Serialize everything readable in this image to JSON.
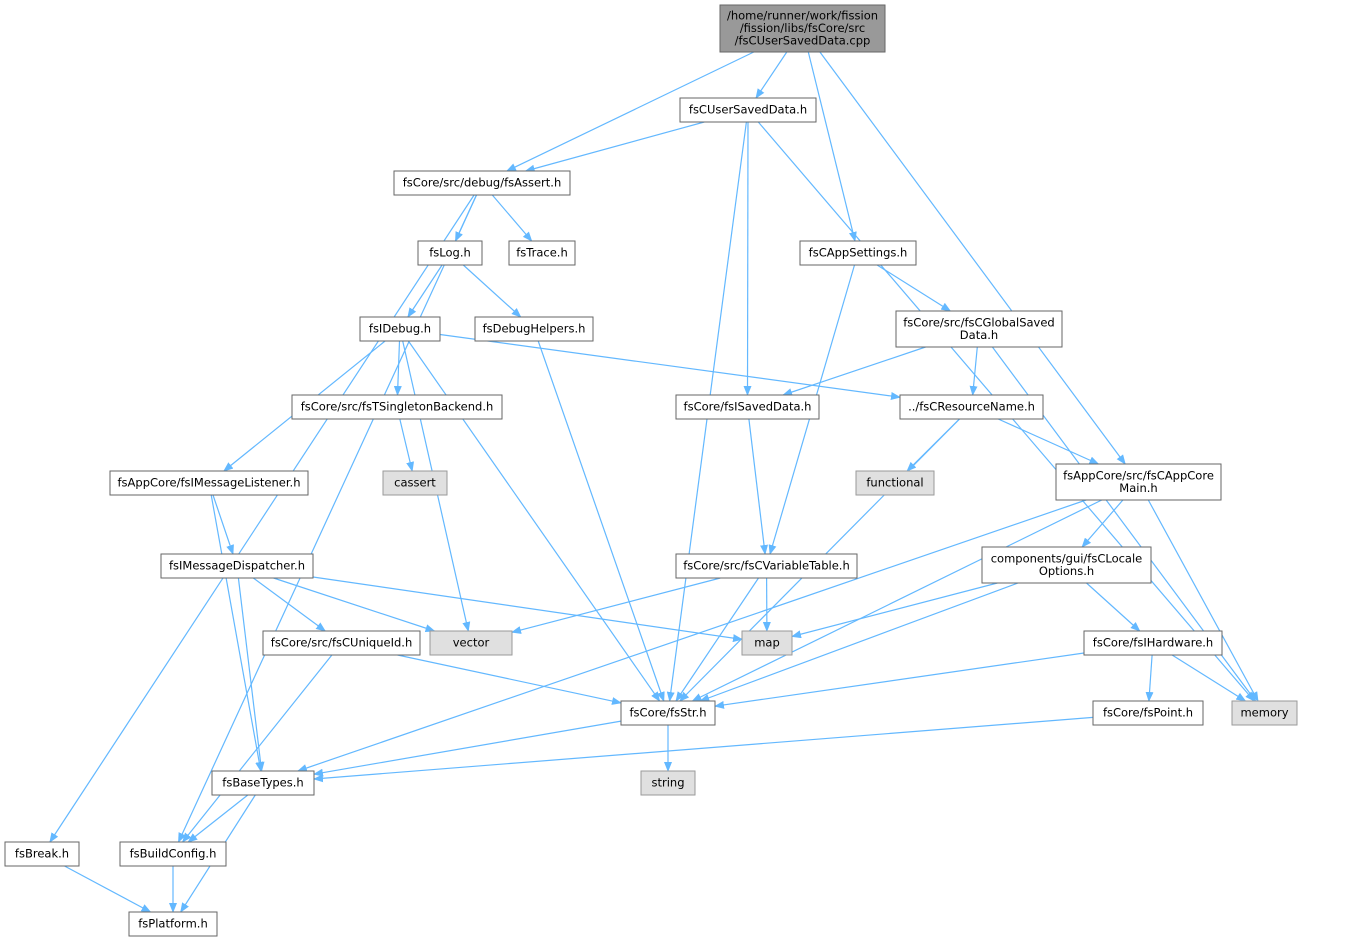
{
  "colors": {
    "root_fill": "#999999",
    "root_stroke": "#666666",
    "node_fill": "#ffffff",
    "node_stroke": "#666666",
    "external_fill": "#e0e0e0",
    "external_stroke": "#999999",
    "edge": "#63b8ff",
    "text": "#000000"
  },
  "nodes": [
    {
      "id": "root",
      "kind": "root",
      "lines": [
        "/home/runner/work/fission",
        "/fission/libs/fsCore/src",
        "/fsCUserSavedData.cpp"
      ]
    },
    {
      "id": "cusersaveddata_h",
      "kind": "file",
      "lines": [
        "fsCUserSavedData.h"
      ]
    },
    {
      "id": "fsassert_h",
      "kind": "file",
      "lines": [
        "fsCore/src/debug/fsAssert.h"
      ]
    },
    {
      "id": "fslog_h",
      "kind": "file",
      "lines": [
        "fsLog.h"
      ]
    },
    {
      "id": "fstrace_h",
      "kind": "file",
      "lines": [
        "fsTrace.h"
      ]
    },
    {
      "id": "fscappsettings_h",
      "kind": "file",
      "lines": [
        "fsCAppSettings.h"
      ]
    },
    {
      "id": "fsidebug_h",
      "kind": "file",
      "lines": [
        "fsIDebug.h"
      ]
    },
    {
      "id": "fsdebughelpers_h",
      "kind": "file",
      "lines": [
        "fsDebugHelpers.h"
      ]
    },
    {
      "id": "globalsaved_h",
      "kind": "file",
      "lines": [
        "fsCore/src/fsCGlobalSaved",
        "Data.h"
      ]
    },
    {
      "id": "tsingleton_h",
      "kind": "file",
      "lines": [
        "fsCore/src/fsTSingletonBackend.h"
      ]
    },
    {
      "id": "isaveddata_h",
      "kind": "file",
      "lines": [
        "fsCore/fsISavedData.h"
      ]
    },
    {
      "id": "resourcename_h",
      "kind": "file",
      "lines": [
        "../fsCResourceName.h"
      ]
    },
    {
      "id": "cassert",
      "kind": "external",
      "lines": [
        "cassert"
      ]
    },
    {
      "id": "functional",
      "kind": "external",
      "lines": [
        "functional"
      ]
    },
    {
      "id": "msglistener_h",
      "kind": "file",
      "lines": [
        "fsAppCore/fsIMessageListener.h"
      ]
    },
    {
      "id": "cappcoremain_h",
      "kind": "file",
      "lines": [
        "fsAppCore/src/fsCAppCore",
        "Main.h"
      ]
    },
    {
      "id": "msgdispatcher_h",
      "kind": "file",
      "lines": [
        "fsIMessageDispatcher.h"
      ]
    },
    {
      "id": "variabletable_h",
      "kind": "file",
      "lines": [
        "fsCore/src/fsCVariableTable.h"
      ]
    },
    {
      "id": "localeoptions_h",
      "kind": "file",
      "lines": [
        "components/gui/fsCLocale",
        "Options.h"
      ]
    },
    {
      "id": "cuniqueid_h",
      "kind": "file",
      "lines": [
        "fsCore/src/fsCUniqueId.h"
      ]
    },
    {
      "id": "vector",
      "kind": "external",
      "lines": [
        "vector"
      ]
    },
    {
      "id": "map",
      "kind": "external",
      "lines": [
        "map"
      ]
    },
    {
      "id": "ihardware_h",
      "kind": "file",
      "lines": [
        "fsCore/fsIHardware.h"
      ]
    },
    {
      "id": "fsstr_h",
      "kind": "file",
      "lines": [
        "fsCore/fsStr.h"
      ]
    },
    {
      "id": "fspoint_h",
      "kind": "file",
      "lines": [
        "fsCore/fsPoint.h"
      ]
    },
    {
      "id": "memory",
      "kind": "external",
      "lines": [
        "memory"
      ]
    },
    {
      "id": "string",
      "kind": "external",
      "lines": [
        "string"
      ]
    },
    {
      "id": "basetypes_h",
      "kind": "file",
      "lines": [
        "fsBaseTypes.h"
      ]
    },
    {
      "id": "fsbreak_h",
      "kind": "file",
      "lines": [
        "fsBreak.h"
      ]
    },
    {
      "id": "buildconfig_h",
      "kind": "file",
      "lines": [
        "fsBuildConfig.h"
      ]
    },
    {
      "id": "platform_h",
      "kind": "file",
      "lines": [
        "fsPlatform.h"
      ]
    }
  ],
  "edges": [
    {
      "from": "root",
      "to": "cusersaveddata_h"
    },
    {
      "from": "root",
      "to": "fsassert_h"
    },
    {
      "from": "root",
      "to": "fscappsettings_h"
    },
    {
      "from": "root",
      "to": "cappcoremain_h"
    },
    {
      "from": "cusersaveddata_h",
      "to": "fsassert_h"
    },
    {
      "from": "cusersaveddata_h",
      "to": "isaveddata_h"
    },
    {
      "from": "cusersaveddata_h",
      "to": "fsstr_h"
    },
    {
      "from": "cusersaveddata_h",
      "to": "memory"
    },
    {
      "from": "fsassert_h",
      "to": "fslog_h"
    },
    {
      "from": "fsassert_h",
      "to": "fstrace_h"
    },
    {
      "from": "fsassert_h",
      "to": "fsbreak_h"
    },
    {
      "from": "fsassert_h",
      "to": "buildconfig_h"
    },
    {
      "from": "fslog_h",
      "to": "fsidebug_h"
    },
    {
      "from": "fslog_h",
      "to": "fsdebughelpers_h"
    },
    {
      "from": "fsidebug_h",
      "to": "tsingleton_h"
    },
    {
      "from": "fsidebug_h",
      "to": "resourcename_h"
    },
    {
      "from": "fsidebug_h",
      "to": "msglistener_h"
    },
    {
      "from": "fsidebug_h",
      "to": "vector"
    },
    {
      "from": "fsidebug_h",
      "to": "fsstr_h"
    },
    {
      "from": "fsdebughelpers_h",
      "to": "fsstr_h"
    },
    {
      "from": "tsingleton_h",
      "to": "cassert"
    },
    {
      "from": "fscappsettings_h",
      "to": "globalsaved_h"
    },
    {
      "from": "fscappsettings_h",
      "to": "variabletable_h"
    },
    {
      "from": "globalsaved_h",
      "to": "isaveddata_h"
    },
    {
      "from": "globalsaved_h",
      "to": "resourcename_h"
    },
    {
      "from": "globalsaved_h",
      "to": "memory"
    },
    {
      "from": "isaveddata_h",
      "to": "variabletable_h"
    },
    {
      "from": "resourcename_h",
      "to": "functional"
    },
    {
      "from": "resourcename_h",
      "to": "cappcoremain_h"
    },
    {
      "from": "resourcename_h",
      "to": "fsstr_h"
    },
    {
      "from": "msglistener_h",
      "to": "msgdispatcher_h"
    },
    {
      "from": "msglistener_h",
      "to": "basetypes_h"
    },
    {
      "from": "msgdispatcher_h",
      "to": "cuniqueid_h"
    },
    {
      "from": "msgdispatcher_h",
      "to": "vector"
    },
    {
      "from": "msgdispatcher_h",
      "to": "map"
    },
    {
      "from": "msgdispatcher_h",
      "to": "basetypes_h"
    },
    {
      "from": "variabletable_h",
      "to": "vector"
    },
    {
      "from": "variabletable_h",
      "to": "map"
    },
    {
      "from": "variabletable_h",
      "to": "fsstr_h"
    },
    {
      "from": "cappcoremain_h",
      "to": "localeoptions_h"
    },
    {
      "from": "cappcoremain_h",
      "to": "fsstr_h"
    },
    {
      "from": "cappcoremain_h",
      "to": "memory"
    },
    {
      "from": "cappcoremain_h",
      "to": "basetypes_h"
    },
    {
      "from": "localeoptions_h",
      "to": "map"
    },
    {
      "from": "localeoptions_h",
      "to": "ihardware_h"
    },
    {
      "from": "localeoptions_h",
      "to": "fsstr_h"
    },
    {
      "from": "ihardware_h",
      "to": "fsstr_h"
    },
    {
      "from": "ihardware_h",
      "to": "fspoint_h"
    },
    {
      "from": "ihardware_h",
      "to": "memory"
    },
    {
      "from": "cuniqueid_h",
      "to": "fsstr_h"
    },
    {
      "from": "cuniqueid_h",
      "to": "buildconfig_h"
    },
    {
      "from": "fsstr_h",
      "to": "string"
    },
    {
      "from": "fsstr_h",
      "to": "basetypes_h"
    },
    {
      "from": "fspoint_h",
      "to": "basetypes_h"
    },
    {
      "from": "basetypes_h",
      "to": "buildconfig_h"
    },
    {
      "from": "basetypes_h",
      "to": "platform_h"
    },
    {
      "from": "fsbreak_h",
      "to": "platform_h"
    },
    {
      "from": "buildconfig_h",
      "to": "platform_h"
    }
  ]
}
